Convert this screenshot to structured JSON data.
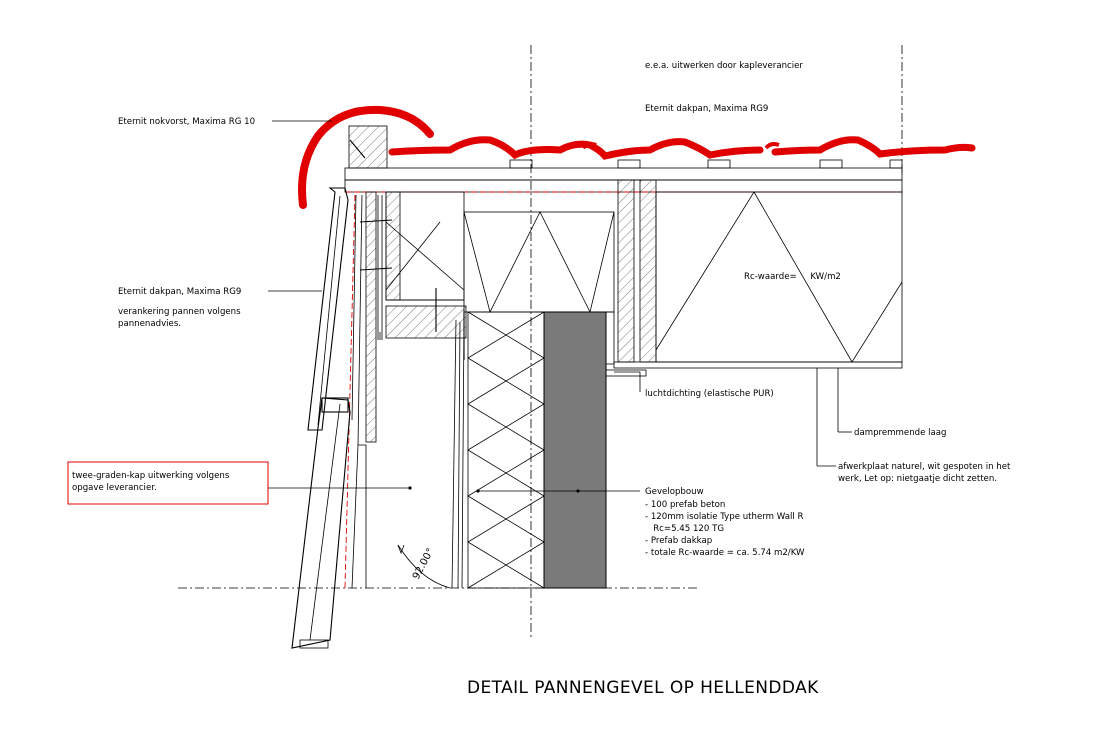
{
  "title": "DETAIL PANNENGEVEL OP HELLENDDAK",
  "colors": {
    "tile": "#e00000",
    "concrete": "#7a7a7a",
    "line": "#000000",
    "callout_border": "#e00000"
  },
  "labels": {
    "kapleverancier": "e.e.a. uitwerken door kapleverancier",
    "dakpan_top": "Eternit dakpan, Maxima RG9",
    "nokvorst": "Eternit nokvorst, Maxima RG 10",
    "dakpan_side": "Eternit dakpan, Maxima RG9",
    "verankering_line1": "verankering pannen volgens",
    "verankering_line2": "pannenadvies.",
    "rc_waarde": "Rc-waarde=     KW/m2",
    "luchtdichting": "luchtdichting (elastische PUR)",
    "dampremmende": "dampremmende laag",
    "afwerkplaat_line1": "afwerkplaat naturel, wit gespoten in het",
    "afwerkplaat_line2": "werk, Let op: nietgaatje dicht zetten.",
    "callout_line1": "twee-graden-kap uitwerking volgens",
    "callout_line2": "opgave leverancier.",
    "gevelopbouw": {
      "heading": "Gevelopbouw",
      "lines": [
        "- 100 prefab beton",
        "- 120mm isolatie Type utherm Wall R",
        "   Rc=5.45 120 TG",
        "- Prefab dakkap",
        "- totale Rc-waarde = ca. 5.74 m2/KW"
      ]
    },
    "angle": "92.00°"
  }
}
